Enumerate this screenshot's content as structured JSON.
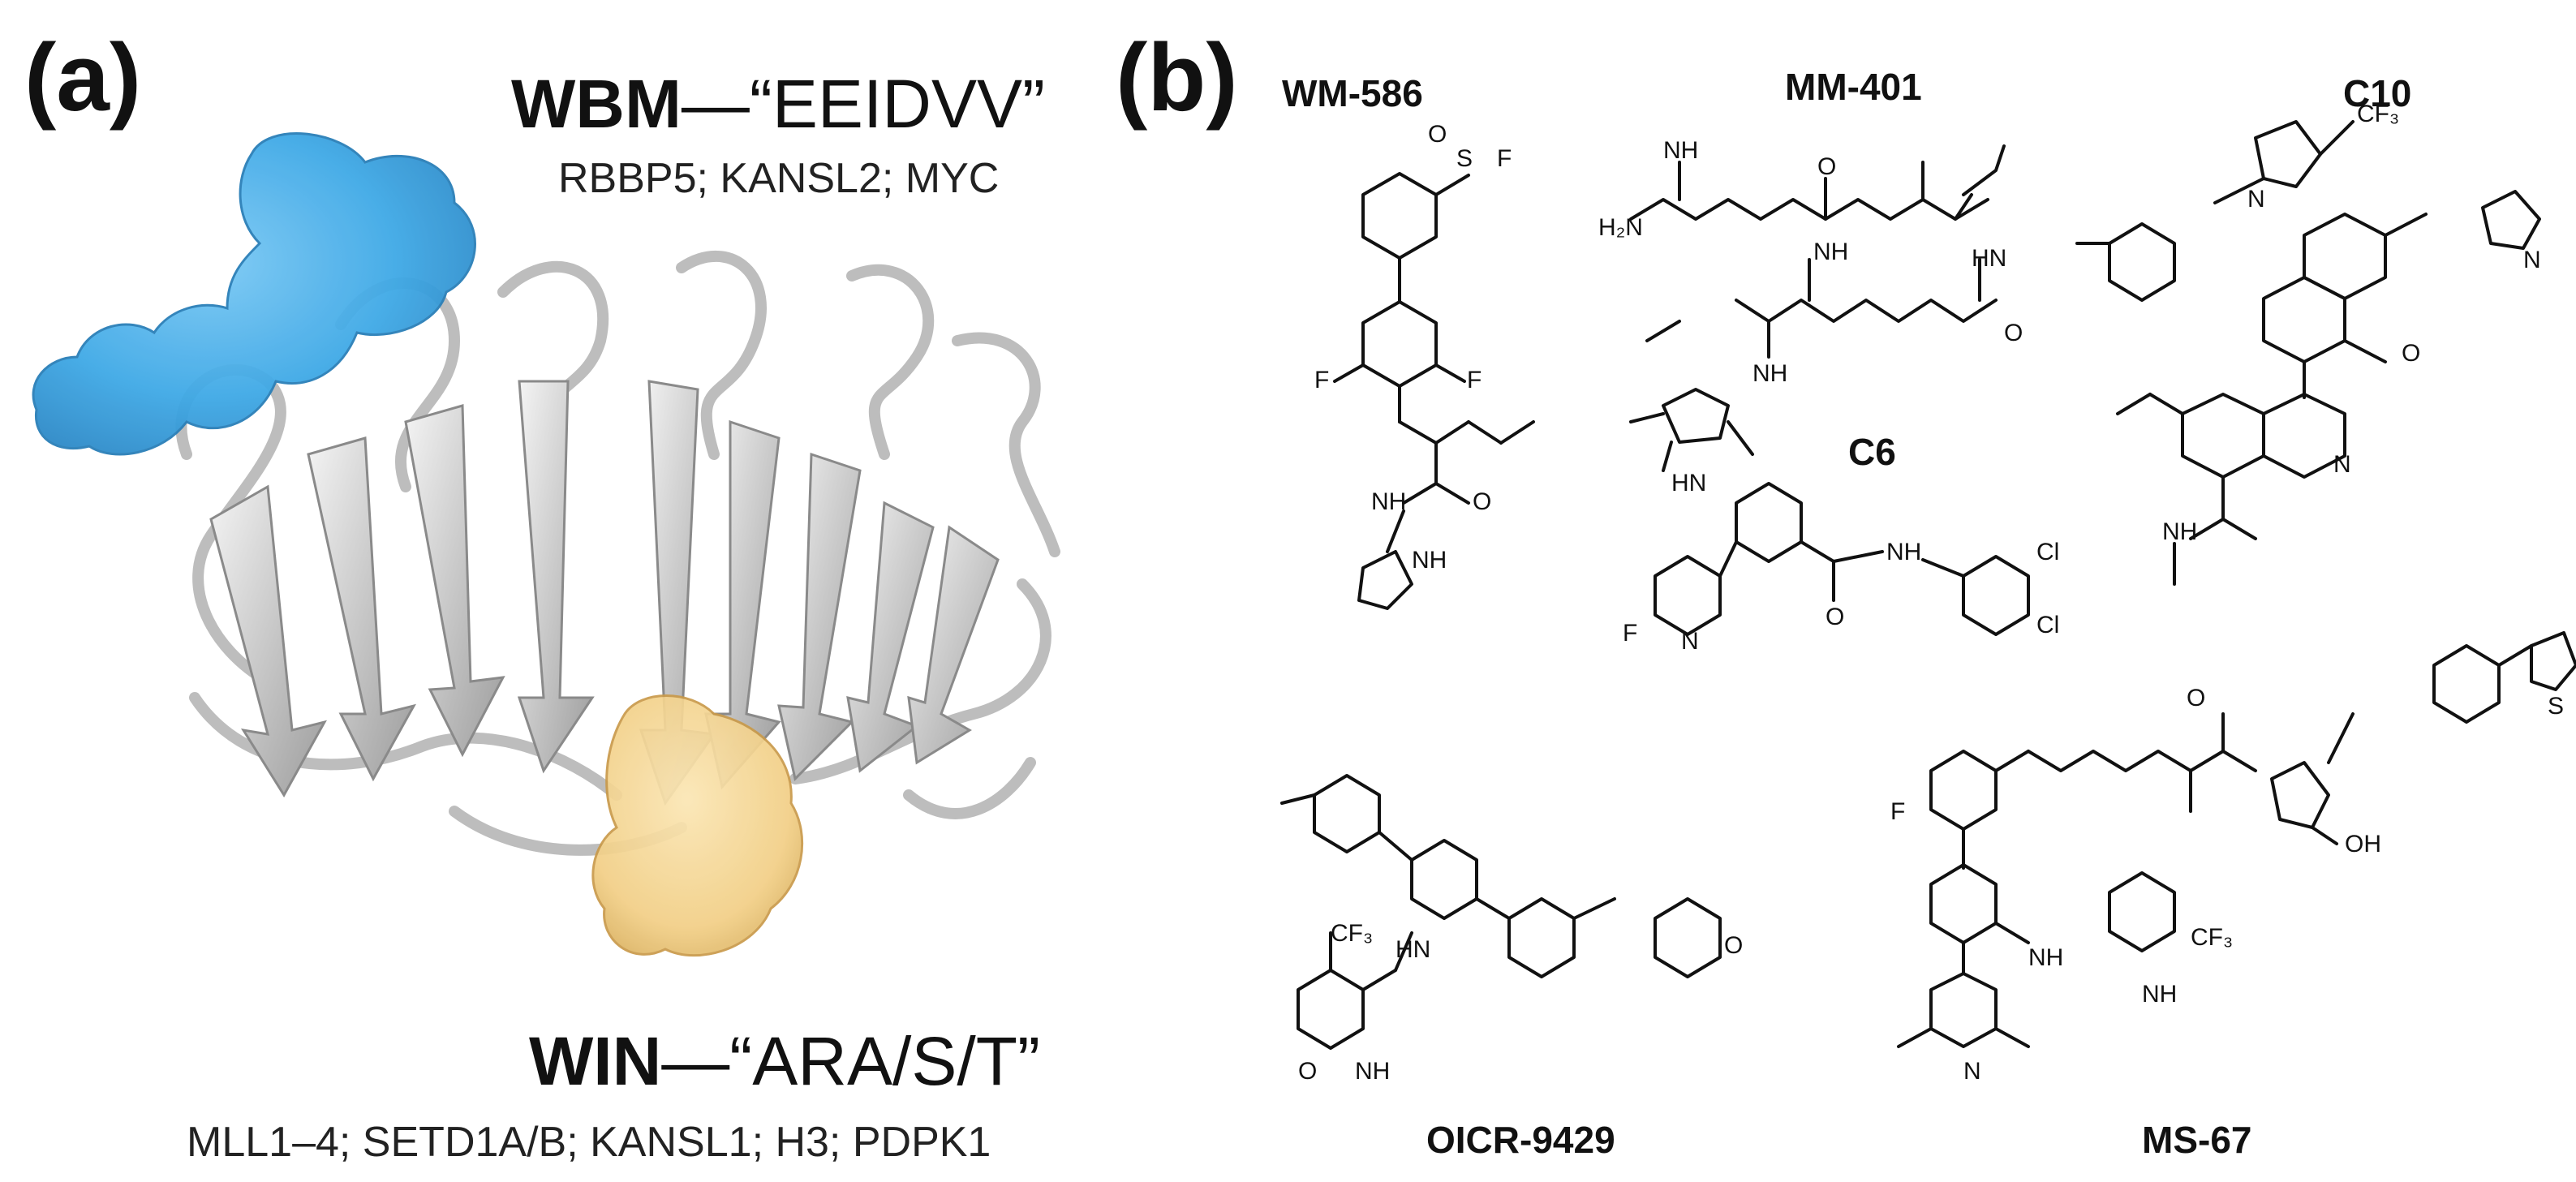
{
  "panel_a": {
    "label": "(a)",
    "wbm": {
      "name": "WBM",
      "sep": "—",
      "motif": "“EEIDVV”",
      "partners": "RBBP5; KANSL2; MYC"
    },
    "win": {
      "name": "WIN",
      "sep": "—",
      "motif": "“ARA/S/T”",
      "partners": "MLL1–4; SETD1A/B; KANSL1; H3; PDPK1"
    },
    "colors": {
      "wbm_surface": "#3fa9e6",
      "win_surface": "#f2cf86",
      "protein": "#c9c9c9"
    }
  },
  "panel_b": {
    "label": "(b)",
    "compounds": {
      "wm586": "WM-586",
      "mm401": "MM-401",
      "c10": "C10",
      "c6": "C6",
      "oicr9429": "OICR-9429",
      "ms67": "MS-67"
    },
    "atoms": {
      "s": "S",
      "o": "O",
      "f": "F",
      "n": "N",
      "cl": "Cl",
      "oh": "OH",
      "nh": "NH",
      "h": "H",
      "hn": "HN",
      "h2n": "H₂N",
      "cf3": "CF₃"
    }
  }
}
